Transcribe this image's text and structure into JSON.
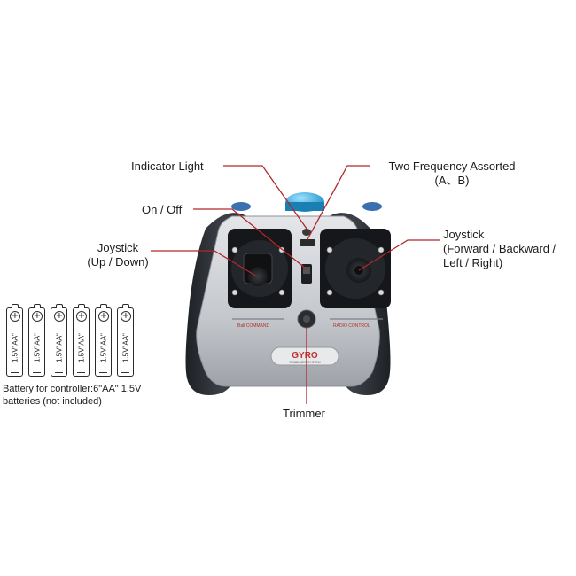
{
  "labels": {
    "indicator_light": "Indicator Light",
    "two_frequency_line1": "Two Frequency Assorted",
    "two_frequency_line2": "(A、B)",
    "on_off": "On / Off",
    "joystick_left_line1": "Joystick",
    "joystick_left_line2": "(Up / Down)",
    "joystick_right_line1": "Joystick",
    "joystick_right_line2": "(Forward / Backward /",
    "joystick_right_line3": "Left / Right)",
    "trimmer": "Trimmer"
  },
  "controller": {
    "badge": "GYRO",
    "badge_sub": "STABILIZER SYSTEM",
    "left_panel_text": "Ball COMMAND",
    "right_panel_text": "RADIO CONTROL"
  },
  "batteries": {
    "count": 6,
    "label": "1.5V\"AA\"",
    "plus_symbol": "⊕",
    "caption_line1": "Battery for controller:6\"AA\" 1.5V",
    "caption_line2": "batteries (not included)"
  },
  "colors": {
    "leader_line": "#b3262a",
    "grip": "#2b2e33",
    "body": "#c9ccd1",
    "indicator_dome": "#2aa7dd",
    "badge": "#c0312e"
  }
}
